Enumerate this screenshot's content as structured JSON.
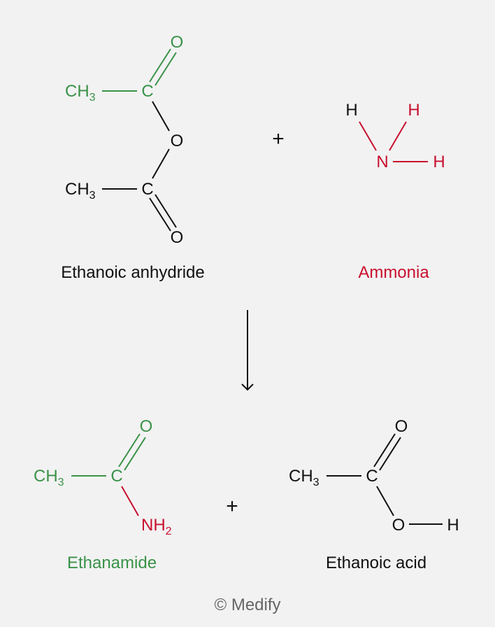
{
  "colors": {
    "green": "#3a9248",
    "red": "#c8102e",
    "black": "#111111",
    "gray": "#666666",
    "background": "#f2f2f2"
  },
  "atoms": {
    "c": "C",
    "o": "O",
    "n": "N",
    "h": "H",
    "ch3": "CH",
    "ch3_sub": "3",
    "nh2": "NH",
    "nh2_sub": "2"
  },
  "operators": {
    "plus": "+"
  },
  "labels": {
    "anhydride": "Ethanoic anhydride",
    "ammonia": "Ammonia",
    "ethanamide": "Ethanamide",
    "acid": "Ethanoic acid"
  },
  "footer": {
    "copyright": "© Medify"
  }
}
